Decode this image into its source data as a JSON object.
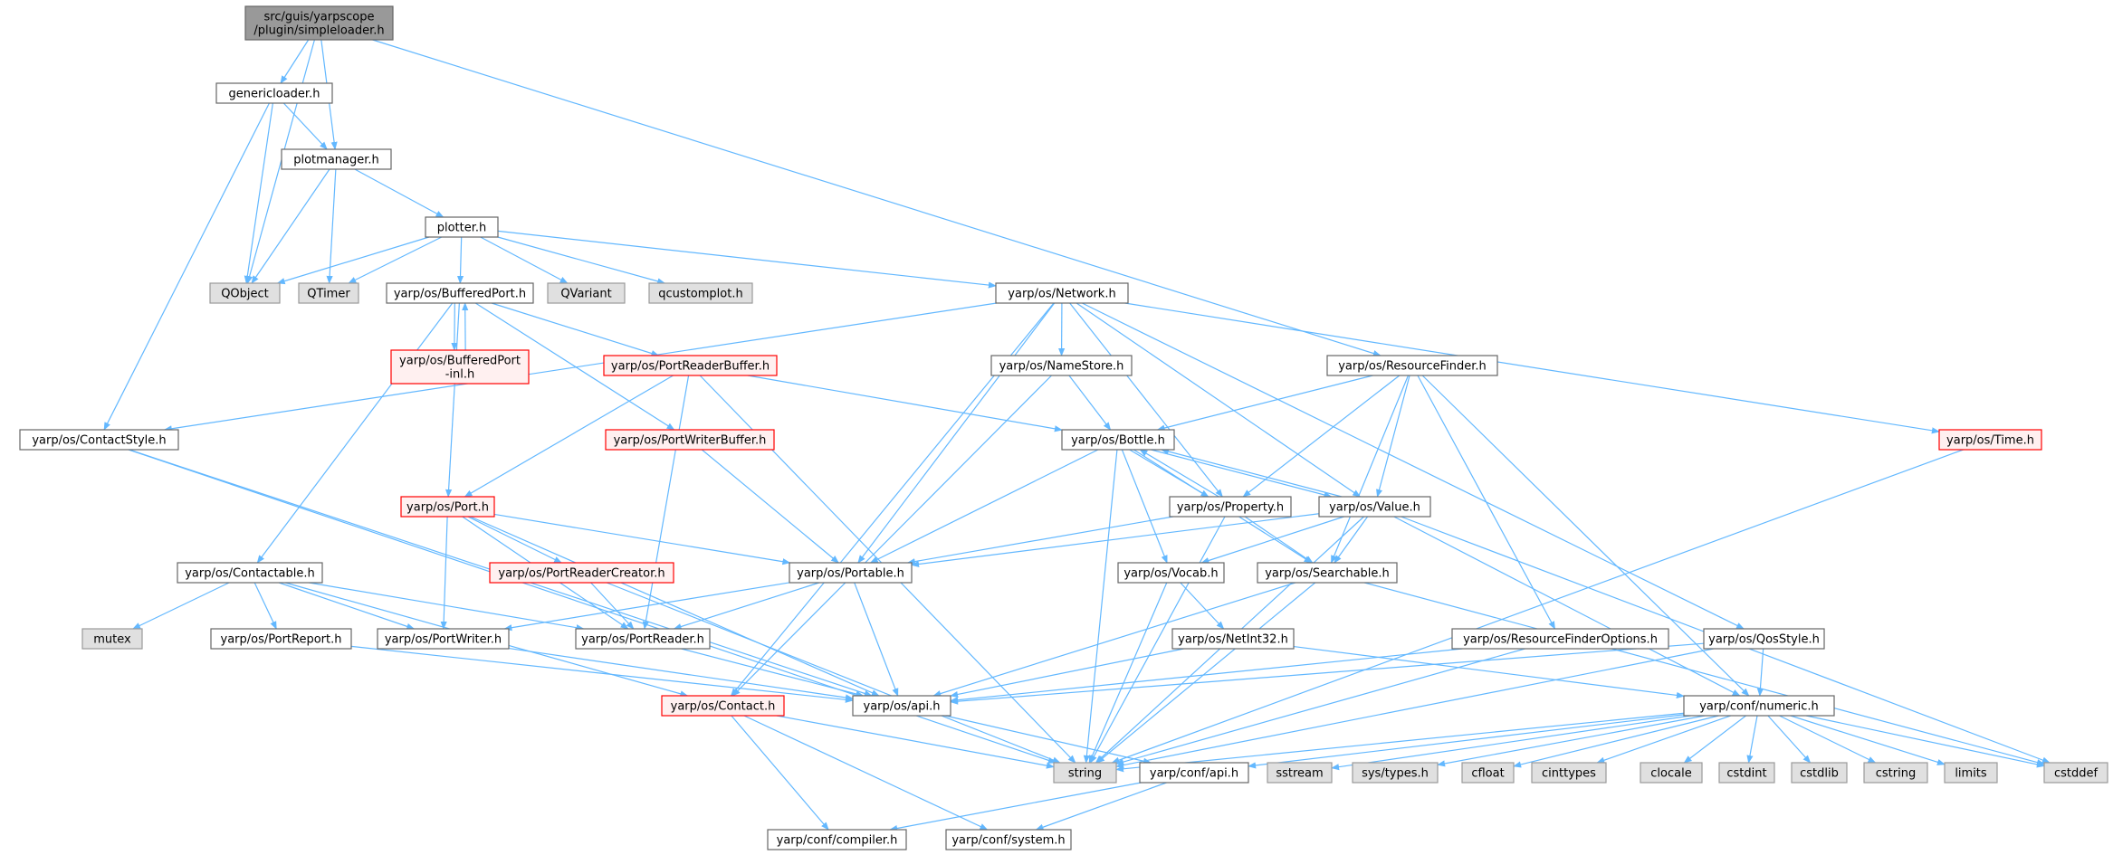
{
  "colors": {
    "edge": "#63b8ff",
    "root_fill": "#999999",
    "root_border": "#666666",
    "normal_fill": "#ffffff",
    "normal_border": "#666666",
    "external_fill": "#e0e0e0",
    "external_border": "#999999",
    "truncated_fill": "#fff0f0",
    "truncated_border": "#ff0000"
  },
  "nodes": [
    {
      "id": "root",
      "lines": [
        "src/guis/yarpscope",
        "/plugin/simpleloader.h"
      ],
      "kind": "root"
    },
    {
      "id": "genericloader",
      "lines": [
        "genericloader.h"
      ],
      "kind": "normal"
    },
    {
      "id": "plotmanager",
      "lines": [
        "plotmanager.h"
      ],
      "kind": "normal"
    },
    {
      "id": "plotter",
      "lines": [
        "plotter.h"
      ],
      "kind": "normal"
    },
    {
      "id": "QObject",
      "lines": [
        "QObject"
      ],
      "kind": "external"
    },
    {
      "id": "QTimer",
      "lines": [
        "QTimer"
      ],
      "kind": "external"
    },
    {
      "id": "QVariant",
      "lines": [
        "QVariant"
      ],
      "kind": "external"
    },
    {
      "id": "qcustomplot",
      "lines": [
        "qcustomplot.h"
      ],
      "kind": "external"
    },
    {
      "id": "BufferedPort",
      "lines": [
        "yarp/os/BufferedPort.h"
      ],
      "kind": "normal"
    },
    {
      "id": "BufferedPortInl",
      "lines": [
        "yarp/os/BufferedPort",
        "-inl.h"
      ],
      "kind": "truncated"
    },
    {
      "id": "Network",
      "lines": [
        "yarp/os/Network.h"
      ],
      "kind": "normal"
    },
    {
      "id": "PortReaderBuffer",
      "lines": [
        "yarp/os/PortReaderBuffer.h"
      ],
      "kind": "truncated"
    },
    {
      "id": "NameStore",
      "lines": [
        "yarp/os/NameStore.h"
      ],
      "kind": "normal"
    },
    {
      "id": "ResourceFinder",
      "lines": [
        "yarp/os/ResourceFinder.h"
      ],
      "kind": "normal"
    },
    {
      "id": "Time",
      "lines": [
        "yarp/os/Time.h"
      ],
      "kind": "truncated"
    },
    {
      "id": "ContactStyle",
      "lines": [
        "yarp/os/ContactStyle.h"
      ],
      "kind": "normal"
    },
    {
      "id": "PortWriterBuffer",
      "lines": [
        "yarp/os/PortWriterBuffer.h"
      ],
      "kind": "truncated"
    },
    {
      "id": "Bottle",
      "lines": [
        "yarp/os/Bottle.h"
      ],
      "kind": "normal"
    },
    {
      "id": "Port",
      "lines": [
        "yarp/os/Port.h"
      ],
      "kind": "truncated"
    },
    {
      "id": "Property",
      "lines": [
        "yarp/os/Property.h"
      ],
      "kind": "normal"
    },
    {
      "id": "Value",
      "lines": [
        "yarp/os/Value.h"
      ],
      "kind": "normal"
    },
    {
      "id": "Contactable",
      "lines": [
        "yarp/os/Contactable.h"
      ],
      "kind": "normal"
    },
    {
      "id": "PortReaderCreator",
      "lines": [
        "yarp/os/PortReaderCreator.h"
      ],
      "kind": "truncated"
    },
    {
      "id": "Portable",
      "lines": [
        "yarp/os/Portable.h"
      ],
      "kind": "normal"
    },
    {
      "id": "Vocab",
      "lines": [
        "yarp/os/Vocab.h"
      ],
      "kind": "normal"
    },
    {
      "id": "Searchable",
      "lines": [
        "yarp/os/Searchable.h"
      ],
      "kind": "normal"
    },
    {
      "id": "mutex",
      "lines": [
        "mutex"
      ],
      "kind": "external"
    },
    {
      "id": "PortReport",
      "lines": [
        "yarp/os/PortReport.h"
      ],
      "kind": "normal"
    },
    {
      "id": "PortWriter",
      "lines": [
        "yarp/os/PortWriter.h"
      ],
      "kind": "normal"
    },
    {
      "id": "PortReader",
      "lines": [
        "yarp/os/PortReader.h"
      ],
      "kind": "normal"
    },
    {
      "id": "NetInt32",
      "lines": [
        "yarp/os/NetInt32.h"
      ],
      "kind": "normal"
    },
    {
      "id": "ResourceFinderOptions",
      "lines": [
        "yarp/os/ResourceFinderOptions.h"
      ],
      "kind": "normal"
    },
    {
      "id": "QosStyle",
      "lines": [
        "yarp/os/QosStyle.h"
      ],
      "kind": "normal"
    },
    {
      "id": "Contact",
      "lines": [
        "yarp/os/Contact.h"
      ],
      "kind": "truncated"
    },
    {
      "id": "osapi",
      "lines": [
        "yarp/os/api.h"
      ],
      "kind": "normal"
    },
    {
      "id": "numeric",
      "lines": [
        "yarp/conf/numeric.h"
      ],
      "kind": "normal"
    },
    {
      "id": "string",
      "lines": [
        "string"
      ],
      "kind": "external"
    },
    {
      "id": "confapi",
      "lines": [
        "yarp/conf/api.h"
      ],
      "kind": "normal"
    },
    {
      "id": "sstream",
      "lines": [
        "sstream"
      ],
      "kind": "external"
    },
    {
      "id": "systypes",
      "lines": [
        "sys/types.h"
      ],
      "kind": "external"
    },
    {
      "id": "cfloat",
      "lines": [
        "cfloat"
      ],
      "kind": "external"
    },
    {
      "id": "cinttypes",
      "lines": [
        "cinttypes"
      ],
      "kind": "external"
    },
    {
      "id": "clocale",
      "lines": [
        "clocale"
      ],
      "kind": "external"
    },
    {
      "id": "cstdint",
      "lines": [
        "cstdint"
      ],
      "kind": "external"
    },
    {
      "id": "cstdlib",
      "lines": [
        "cstdlib"
      ],
      "kind": "external"
    },
    {
      "id": "cstring",
      "lines": [
        "cstring"
      ],
      "kind": "external"
    },
    {
      "id": "limits",
      "lines": [
        "limits"
      ],
      "kind": "external"
    },
    {
      "id": "cstddef",
      "lines": [
        "cstddef"
      ],
      "kind": "external"
    },
    {
      "id": "compiler",
      "lines": [
        "yarp/conf/compiler.h"
      ],
      "kind": "normal"
    },
    {
      "id": "system",
      "lines": [
        "yarp/conf/system.h"
      ],
      "kind": "normal"
    }
  ],
  "edges": [
    [
      "root",
      "genericloader"
    ],
    [
      "root",
      "plotmanager"
    ],
    [
      "root",
      "QObject"
    ],
    [
      "root",
      "ResourceFinder"
    ],
    [
      "genericloader",
      "plotmanager"
    ],
    [
      "genericloader",
      "QObject"
    ],
    [
      "genericloader",
      "ContactStyle"
    ],
    [
      "plotmanager",
      "QObject"
    ],
    [
      "plotmanager",
      "QTimer"
    ],
    [
      "plotmanager",
      "plotter"
    ],
    [
      "plotter",
      "QObject"
    ],
    [
      "plotter",
      "QTimer"
    ],
    [
      "plotter",
      "QVariant"
    ],
    [
      "plotter",
      "qcustomplot"
    ],
    [
      "plotter",
      "BufferedPort"
    ],
    [
      "plotter",
      "Network"
    ],
    [
      "BufferedPort",
      "BufferedPortInl"
    ],
    [
      "BufferedPortInl",
      "BufferedPort"
    ],
    [
      "BufferedPort",
      "PortReaderBuffer"
    ],
    [
      "BufferedPort",
      "PortWriterBuffer"
    ],
    [
      "BufferedPort",
      "Port"
    ],
    [
      "BufferedPort",
      "Contactable"
    ],
    [
      "Network",
      "ContactStyle"
    ],
    [
      "Network",
      "NameStore"
    ],
    [
      "Network",
      "Portable"
    ],
    [
      "Network",
      "Contact"
    ],
    [
      "Network",
      "Property"
    ],
    [
      "Network",
      "Value"
    ],
    [
      "Network",
      "Time"
    ],
    [
      "Network",
      "QosStyle"
    ],
    [
      "PortReaderBuffer",
      "Port"
    ],
    [
      "PortReaderBuffer",
      "Bottle"
    ],
    [
      "PortReaderBuffer",
      "PortReader"
    ],
    [
      "PortReaderBuffer",
      "string"
    ],
    [
      "NameStore",
      "Bottle"
    ],
    [
      "NameStore",
      "Contact"
    ],
    [
      "ResourceFinder",
      "Bottle"
    ],
    [
      "ResourceFinder",
      "Property"
    ],
    [
      "ResourceFinder",
      "Value"
    ],
    [
      "ResourceFinder",
      "Searchable"
    ],
    [
      "ResourceFinder",
      "ResourceFinderOptions"
    ],
    [
      "ResourceFinder",
      "numeric"
    ],
    [
      "Time",
      "string"
    ],
    [
      "ContactStyle",
      "osapi"
    ],
    [
      "ContactStyle",
      "string"
    ],
    [
      "PortWriterBuffer",
      "Portable"
    ],
    [
      "Bottle",
      "Property"
    ],
    [
      "Bottle",
      "Value"
    ],
    [
      "Bottle",
      "Portable"
    ],
    [
      "Bottle",
      "Vocab"
    ],
    [
      "Bottle",
      "Searchable"
    ],
    [
      "Bottle",
      "string"
    ],
    [
      "Property",
      "Bottle"
    ],
    [
      "Property",
      "Portable"
    ],
    [
      "Property",
      "Searchable"
    ],
    [
      "Property",
      "string"
    ],
    [
      "Value",
      "Bottle"
    ],
    [
      "Value",
      "Portable"
    ],
    [
      "Value",
      "Vocab"
    ],
    [
      "Value",
      "Searchable"
    ],
    [
      "Value",
      "string"
    ],
    [
      "Value",
      "numeric"
    ],
    [
      "Value",
      "cstddef"
    ],
    [
      "Port",
      "PortReaderCreator"
    ],
    [
      "Port",
      "Portable"
    ],
    [
      "Port",
      "PortWriter"
    ],
    [
      "Port",
      "PortReader"
    ],
    [
      "Port",
      "osapi"
    ],
    [
      "Contactable",
      "mutex"
    ],
    [
      "Contactable",
      "PortReport"
    ],
    [
      "Contactable",
      "PortWriter"
    ],
    [
      "Contactable",
      "PortReader"
    ],
    [
      "Contactable",
      "Contact"
    ],
    [
      "PortReaderCreator",
      "PortReader"
    ],
    [
      "PortReaderCreator",
      "string"
    ],
    [
      "Portable",
      "PortWriter"
    ],
    [
      "Portable",
      "PortReader"
    ],
    [
      "Portable",
      "osapi"
    ],
    [
      "Vocab",
      "NetInt32"
    ],
    [
      "Vocab",
      "string"
    ],
    [
      "Searchable",
      "osapi"
    ],
    [
      "Searchable",
      "string"
    ],
    [
      "Searchable",
      "cstddef"
    ],
    [
      "PortReport",
      "osapi"
    ],
    [
      "PortWriter",
      "osapi"
    ],
    [
      "PortReader",
      "osapi"
    ],
    [
      "NetInt32",
      "osapi"
    ],
    [
      "NetInt32",
      "numeric"
    ],
    [
      "ResourceFinderOptions",
      "osapi"
    ],
    [
      "ResourceFinderOptions",
      "string"
    ],
    [
      "QosStyle",
      "osapi"
    ],
    [
      "QosStyle",
      "numeric"
    ],
    [
      "QosStyle",
      "string"
    ],
    [
      "Contact",
      "string"
    ],
    [
      "Contact",
      "compiler"
    ],
    [
      "Contact",
      "system"
    ],
    [
      "osapi",
      "confapi"
    ],
    [
      "confapi",
      "compiler"
    ],
    [
      "confapi",
      "system"
    ],
    [
      "numeric",
      "string"
    ],
    [
      "numeric",
      "confapi"
    ],
    [
      "numeric",
      "sstream"
    ],
    [
      "numeric",
      "systypes"
    ],
    [
      "numeric",
      "cfloat"
    ],
    [
      "numeric",
      "cinttypes"
    ],
    [
      "numeric",
      "clocale"
    ],
    [
      "numeric",
      "cstdint"
    ],
    [
      "numeric",
      "cstdlib"
    ],
    [
      "numeric",
      "cstring"
    ],
    [
      "numeric",
      "limits"
    ],
    [
      "numeric",
      "cstddef"
    ]
  ]
}
